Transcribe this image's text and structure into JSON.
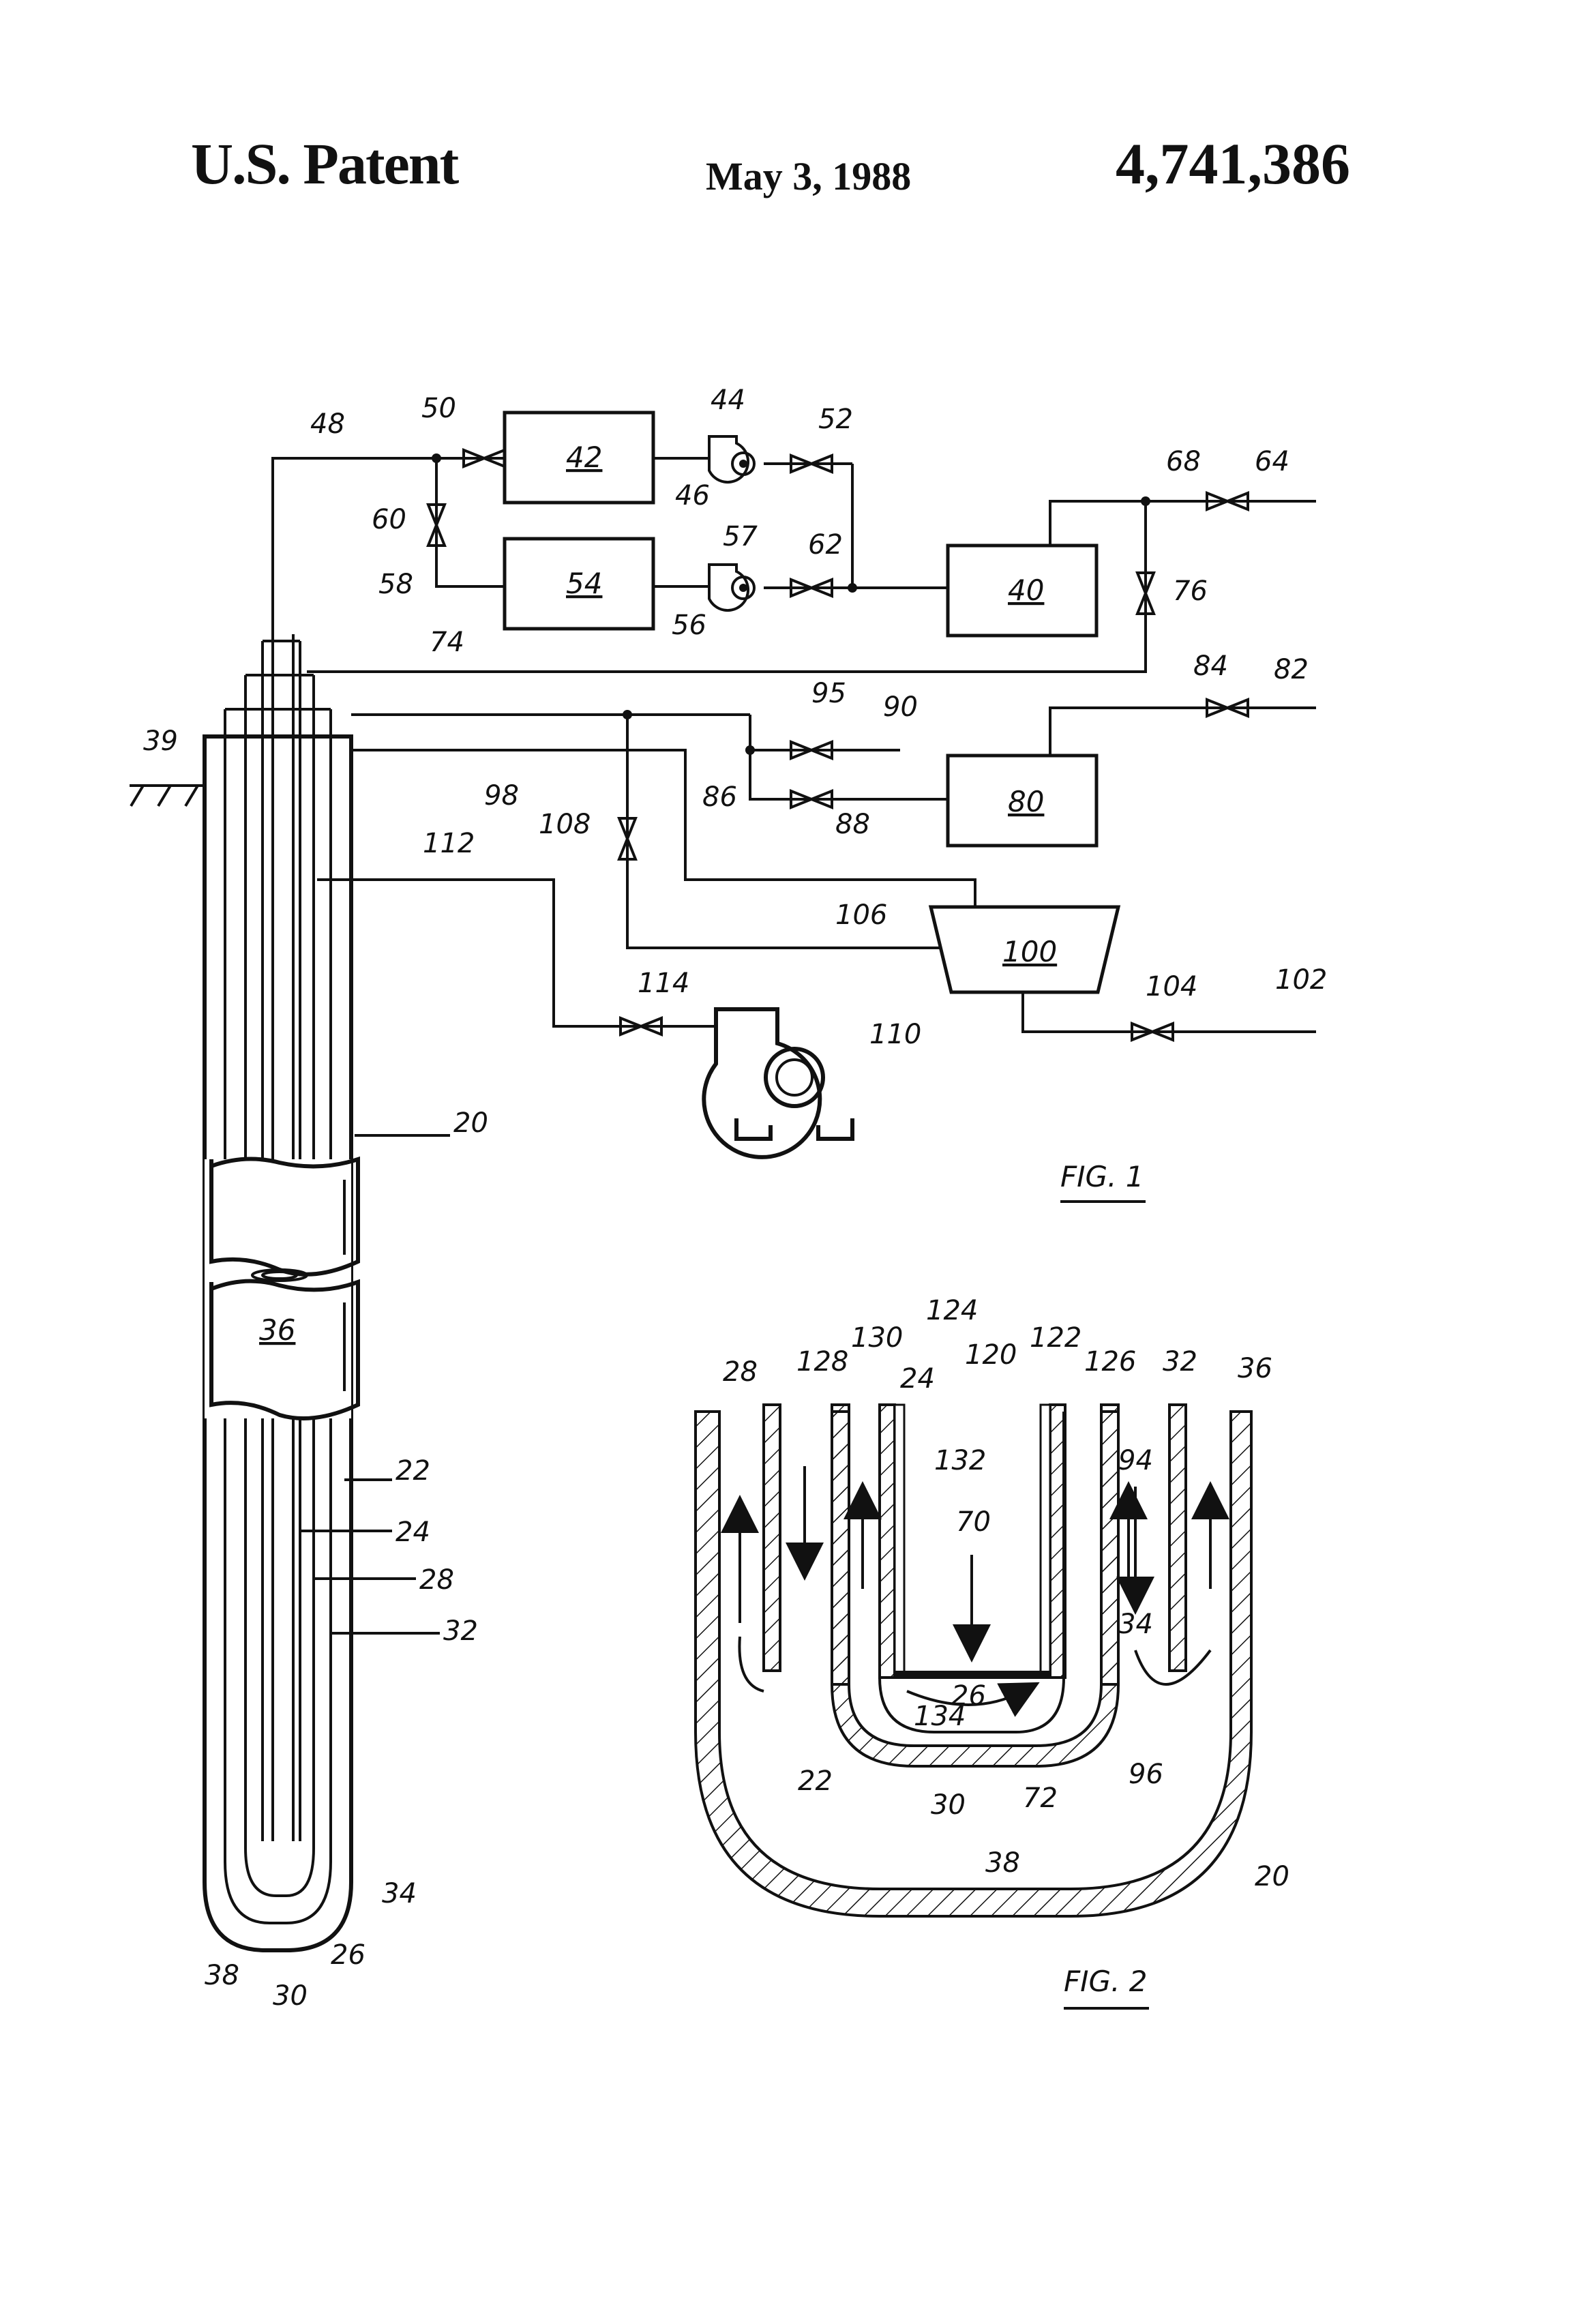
{
  "header": {
    "left": "U.S. Patent",
    "date": "May 3, 1988",
    "number": "4,741,386"
  },
  "figures": {
    "fig1": "FIG. 1",
    "fig2": "FIG. 2"
  },
  "fig1_labels": {
    "n48": "48",
    "n50": "50",
    "n44": "44",
    "n52": "52",
    "n42": "42",
    "n46": "46",
    "n60": "60",
    "n58": "58",
    "n57": "57",
    "n62": "62",
    "n54": "54",
    "n56": "56",
    "n40": "40",
    "n68": "68",
    "n64": "64",
    "n76": "76",
    "n74": "74",
    "n84": "84",
    "n82": "82",
    "n95": "95",
    "n90": "90",
    "n39": "39",
    "n98": "98",
    "n86": "86",
    "n88": "88",
    "n80": "80",
    "n108": "108",
    "n112": "112",
    "n106": "106",
    "n100": "100",
    "n114": "114",
    "n104": "104",
    "n102": "102",
    "n110": "110",
    "n20": "20",
    "n36": "36",
    "n22": "22",
    "n24": "24",
    "n28": "28",
    "n32": "32",
    "n34": "34",
    "n38": "38",
    "n26": "26",
    "n30": "30"
  },
  "fig2_labels": {
    "n28": "28",
    "n128": "128",
    "n130": "130",
    "n124": "124",
    "n24": "24",
    "n120": "120",
    "n122": "122",
    "n126": "126",
    "n32": "32",
    "n36": "36",
    "n132": "132",
    "n70": "70",
    "n94": "94",
    "n34": "34",
    "n26": "26",
    "n134": "134",
    "n96": "96",
    "n22": "22",
    "n30": "30",
    "n72": "72",
    "n38": "38",
    "n20": "20"
  }
}
